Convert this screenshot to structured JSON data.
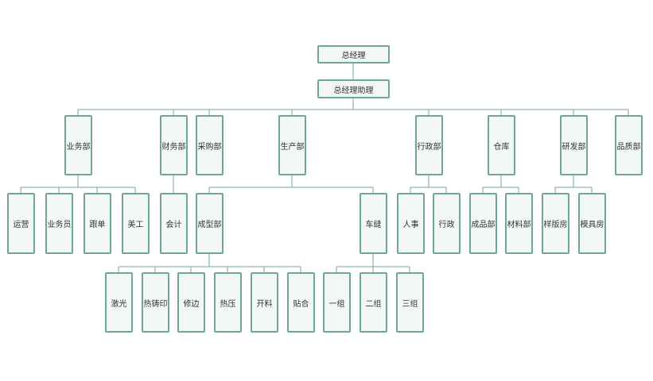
{
  "colors": {
    "node_border": "#6fa88c",
    "node_fill": "#f3f7f5",
    "connector": "#6fa88c",
    "text": "#333333"
  },
  "nodes": {
    "ceo": "总经理",
    "assistant": "总经理助理",
    "sales": "业务部",
    "finance": "财务部",
    "purchase": "采购部",
    "production": "生产部",
    "admin": "行政部",
    "warehouse": "仓库",
    "rnd": "研发部",
    "qa": "品质部",
    "operations": "运营",
    "salesperson": "业务员",
    "followup": "跟单",
    "art": "美工",
    "accounting": "会计",
    "forming": "成型部",
    "sewing": "车缝",
    "hr": "人事",
    "admin_staff": "行政",
    "finished_goods": "成品部",
    "materials": "材料部",
    "sample_room": "样版房",
    "mold_room": "模具房",
    "laser": "激光",
    "hot_stamp": "热铸印",
    "trimming": "修边",
    "hot_press": "热压",
    "cutting": "开料",
    "laminating": "贴合",
    "group1": "一组",
    "group2": "二组",
    "group3": "三组"
  }
}
